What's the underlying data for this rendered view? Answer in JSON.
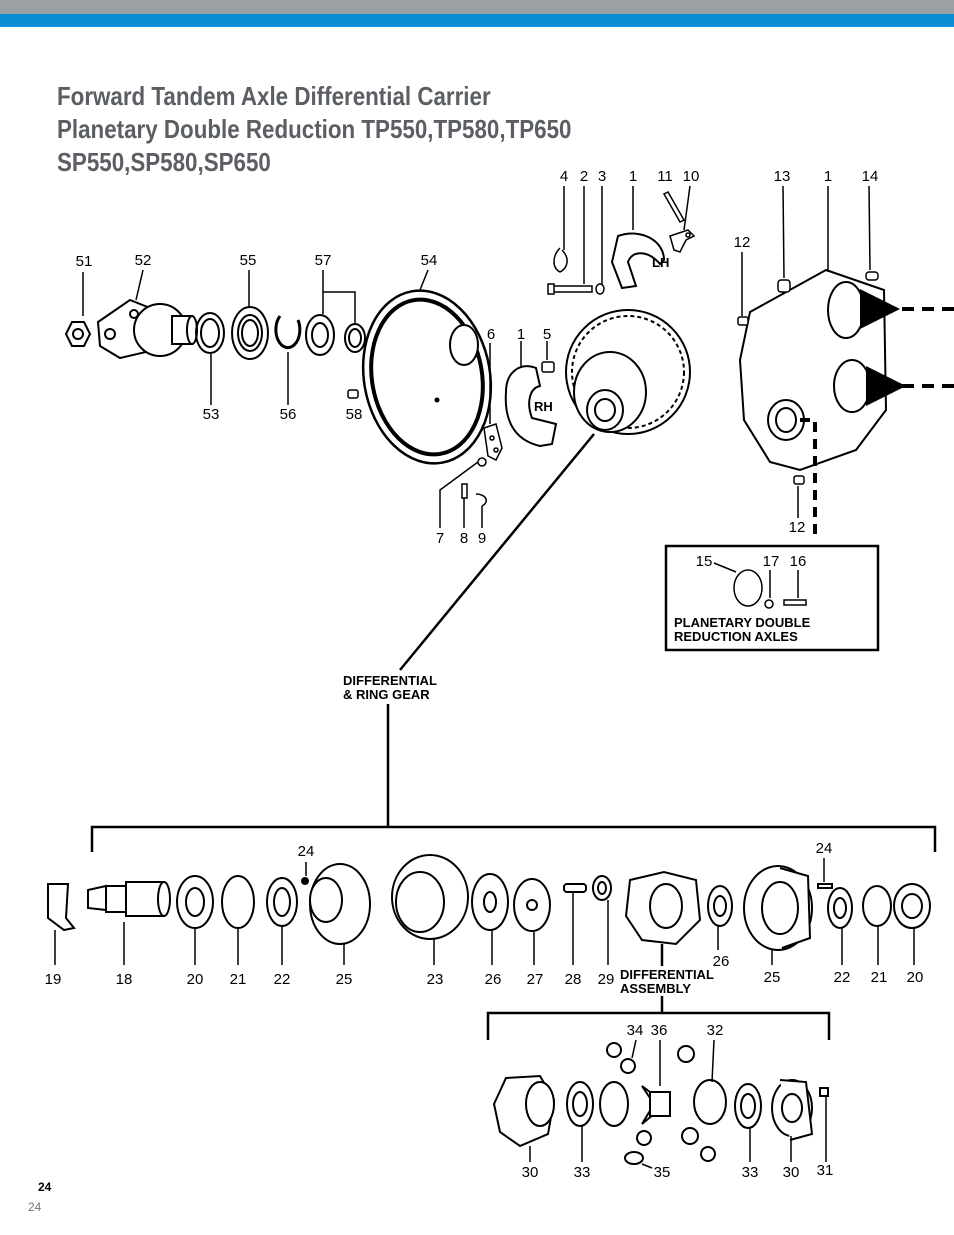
{
  "title": {
    "line1": "Forward Tandem Axle Differential Carrier",
    "line2": "Planetary Double Reduction TP550,TP580,TP650",
    "line3": "SP550,SP580,SP650"
  },
  "labels": {
    "lh": "LH",
    "rh": "RH",
    "diff_ring_gear_1": "DIFFERENTIAL",
    "diff_ring_gear_2": "& RING GEAR",
    "diff_assembly_1": "DIFFERENTIAL",
    "diff_assembly_2": "ASSEMBLY",
    "inset_1": "PLANETARY DOUBLE",
    "inset_2": "REDUCTION AXLES"
  },
  "part_numbers": {
    "p4": "4",
    "p2": "2",
    "p3": "3",
    "p1a": "1",
    "p11": "11",
    "p10": "10",
    "p13": "13",
    "p1b": "1",
    "p14": "14",
    "p12a": "12",
    "p51": "51",
    "p52": "52",
    "p55": "55",
    "p57": "57",
    "p54": "54",
    "p6": "6",
    "p1c": "1",
    "p5": "5",
    "p53": "53",
    "p56": "56",
    "p58": "58",
    "p7": "7",
    "p8": "8",
    "p9": "9",
    "p12b": "12",
    "p15": "15",
    "p17": "17",
    "p16": "16",
    "p24a": "24",
    "p24b": "24",
    "p19": "19",
    "p18": "18",
    "p20a": "20",
    "p21a": "21",
    "p22a": "22",
    "p25a": "25",
    "p23": "23",
    "p26a": "26",
    "p27": "27",
    "p28": "28",
    "p29": "29",
    "p26b": "26",
    "p25b": "25",
    "p22b": "22",
    "p21b": "21",
    "p20b": "20",
    "p34": "34",
    "p36": "36",
    "p32": "32",
    "p30a": "30",
    "p33a": "33",
    "p35": "35",
    "p33b": "33",
    "p30b": "30",
    "p31": "31"
  },
  "page": {
    "number": "24",
    "footer_number": "24"
  },
  "colors": {
    "header_gray": "#9aa0a4",
    "header_blue": "#0a8ed6",
    "title": "#5b5f63"
  }
}
